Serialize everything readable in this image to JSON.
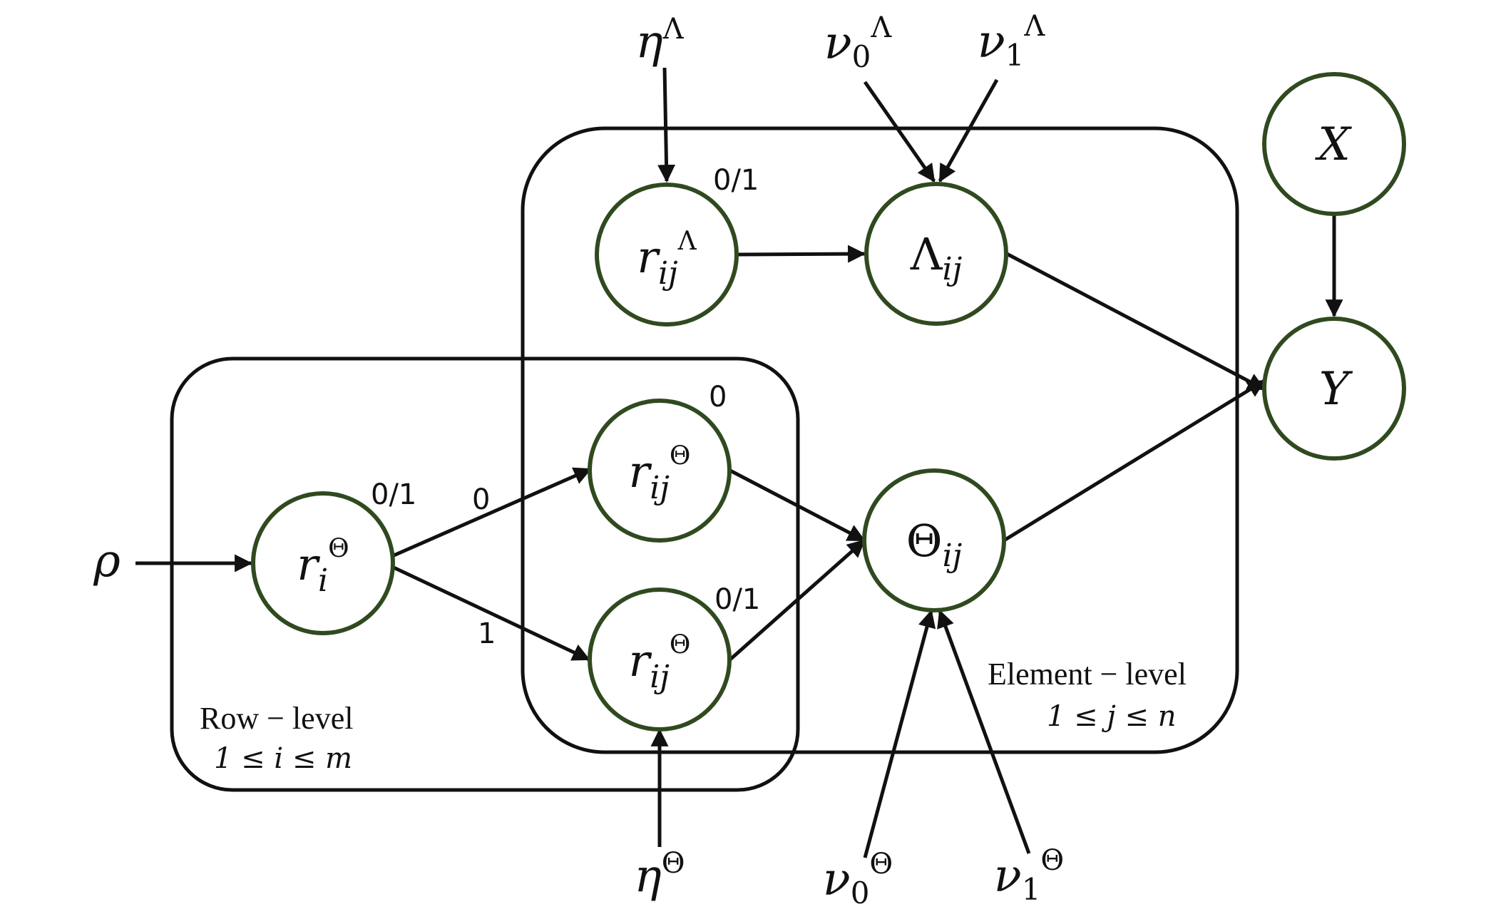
{
  "nodes": {
    "r_ij_lambda": {
      "base": "r",
      "sub": "ij",
      "sup": "Λ"
    },
    "lambda_ij": {
      "base": "Λ",
      "sub": "ij"
    },
    "x": {
      "base": "X"
    },
    "y": {
      "base": "Y"
    },
    "r_ij_theta_top": {
      "base": "r",
      "sub": "ij",
      "sup": "Θ"
    },
    "r_i_theta": {
      "base": "r",
      "sub": "i",
      "sup": "Θ"
    },
    "theta_ij": {
      "base": "Θ",
      "sub": "ij"
    },
    "r_ij_theta_bottom": {
      "base": "r",
      "sub": "ij",
      "sup": "Θ"
    }
  },
  "hyperparameters": {
    "eta_lambda": {
      "base": "η",
      "sup": "Λ"
    },
    "nu0_lambda": {
      "base": "ν",
      "sub": "0",
      "sup": "Λ"
    },
    "nu1_lambda": {
      "base": "ν",
      "sub": "1",
      "sup": "Λ"
    },
    "rho": {
      "base": "ρ"
    },
    "eta_theta": {
      "base": "η",
      "sup": "Θ"
    },
    "nu0_theta": {
      "base": "ν",
      "sub": "0",
      "sup": "Θ"
    },
    "nu1_theta": {
      "base": "ν",
      "sub": "1",
      "sup": "Θ"
    }
  },
  "value_labels": {
    "r_ij_lambda": "0/1",
    "r_i_theta": "0/1",
    "edge_to_top": "0",
    "edge_to_bottom": "1",
    "r_ij_theta_top": "0",
    "r_ij_theta_bottom": "0/1"
  },
  "plates": {
    "element": {
      "title": "Element − level",
      "range": "1 ≤ j ≤ n"
    },
    "row": {
      "title": "Row − level",
      "range": "1 ≤ i ≤ m"
    }
  },
  "colors": {
    "node_stroke": "#2f4a1f",
    "line": "#111111"
  }
}
